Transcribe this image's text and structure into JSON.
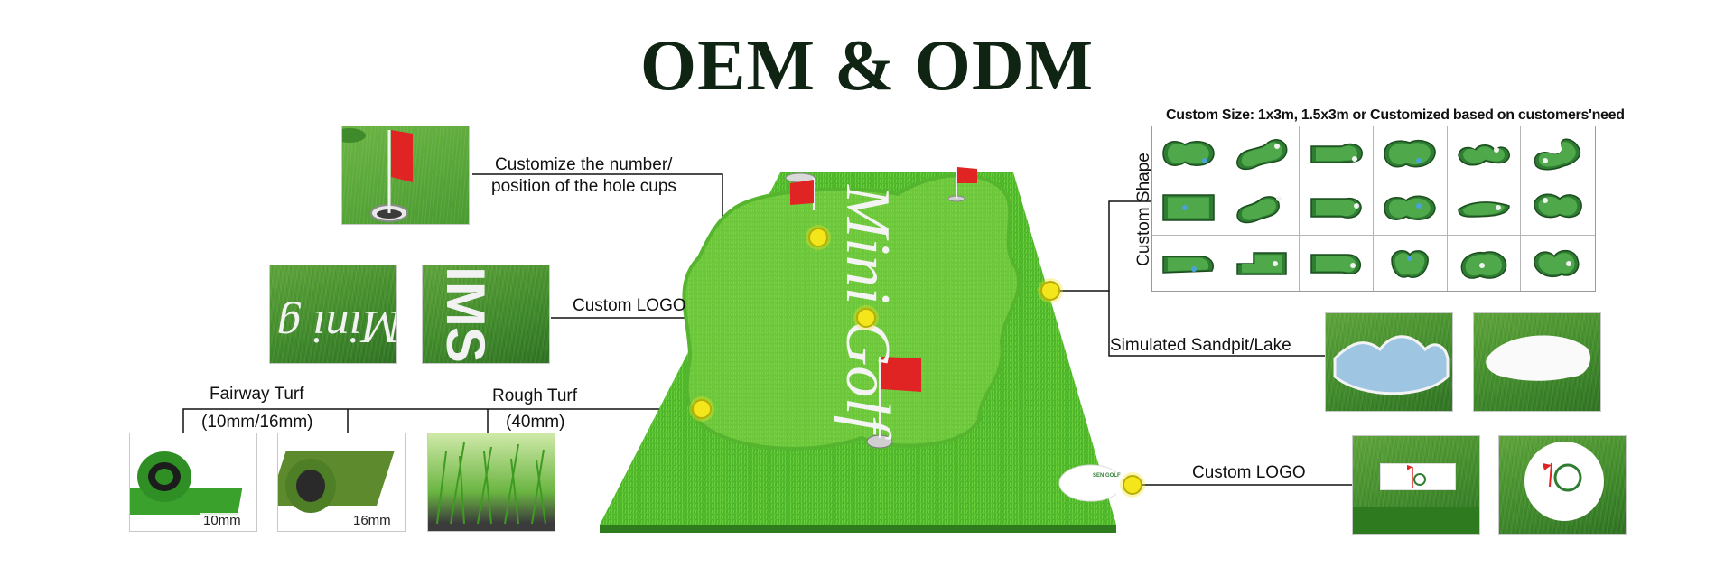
{
  "header": {
    "title": "OEM & ODM"
  },
  "callouts": {
    "hole_cups": {
      "line1": "Customize the number/",
      "line2": "position of the hole cups"
    },
    "logo_top": "Custom LOGO",
    "fairway": {
      "line1": "Fairway Turf",
      "line2": "(10mm/16mm)"
    },
    "rough": {
      "line1": "Rough Turf",
      "line2": "(40mm)"
    },
    "sandpit": "Simulated Sandpit/Lake",
    "logo_bottom": "Custom LOGO"
  },
  "shapes": {
    "caption": "Custom Size: 1x3m, 1.5x3m or Customized based on customers'need",
    "side_label": "Custom Shape",
    "rows": 3,
    "columns": 6
  },
  "samples": {
    "size_10": "10mm",
    "size_16": "16mm"
  },
  "mat": {
    "printed_text": "Mini Golf"
  },
  "logo_disc": {
    "text": "SEN GOLF"
  },
  "colors": {
    "title": "#0f2412",
    "turf_dark": "#3f8a2a",
    "turf_light": "#6bb544",
    "marker": "#f3e61a",
    "flag": "#e02424",
    "shape_fill": "#2e7d32"
  }
}
